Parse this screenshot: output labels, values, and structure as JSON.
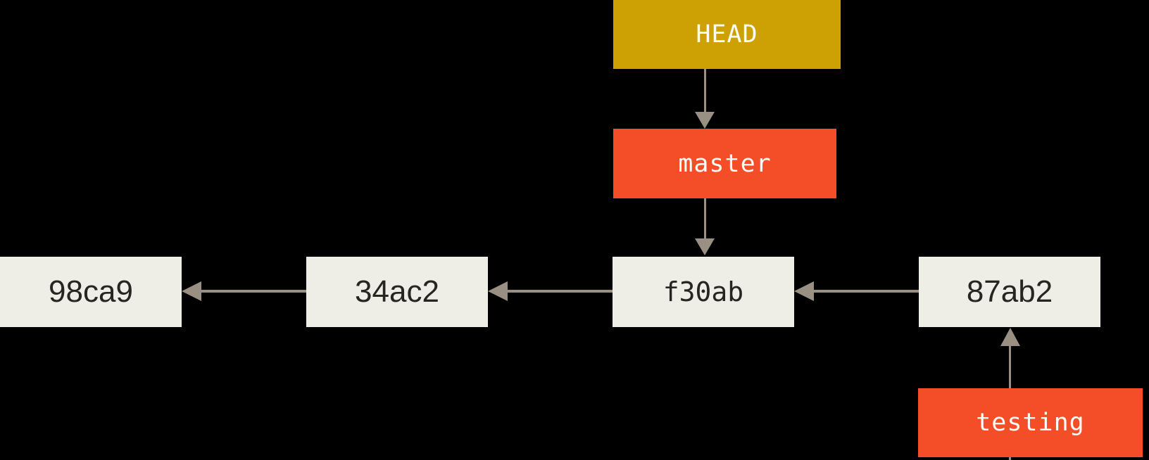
{
  "colors": {
    "background": "#000000",
    "arrow": "#999083",
    "head_pointer_bg": "#cda104",
    "branch_bg": "#f34e28",
    "commit_bg": "#efeee6",
    "commit_text": "#262520",
    "ref_text": "#fdfcf7"
  },
  "nodes": {
    "head": {
      "label": "HEAD",
      "kind": "pointer-box"
    },
    "master": {
      "label": "master",
      "kind": "branch-box"
    },
    "testing": {
      "label": "testing",
      "kind": "branch-box"
    },
    "commits": [
      {
        "label": "98ca9"
      },
      {
        "label": "34ac2"
      },
      {
        "label": "f30ab"
      },
      {
        "label": "87ab2"
      }
    ]
  },
  "edges": [
    {
      "from": "HEAD",
      "to": "master",
      "direction": "down"
    },
    {
      "from": "master",
      "to": "f30ab",
      "direction": "down"
    },
    {
      "from": "testing",
      "to": "87ab2",
      "direction": "up"
    },
    {
      "from": "34ac2",
      "to": "98ca9",
      "direction": "left"
    },
    {
      "from": "f30ab",
      "to": "34ac2",
      "direction": "left"
    },
    {
      "from": "87ab2",
      "to": "f30ab",
      "direction": "left"
    }
  ]
}
